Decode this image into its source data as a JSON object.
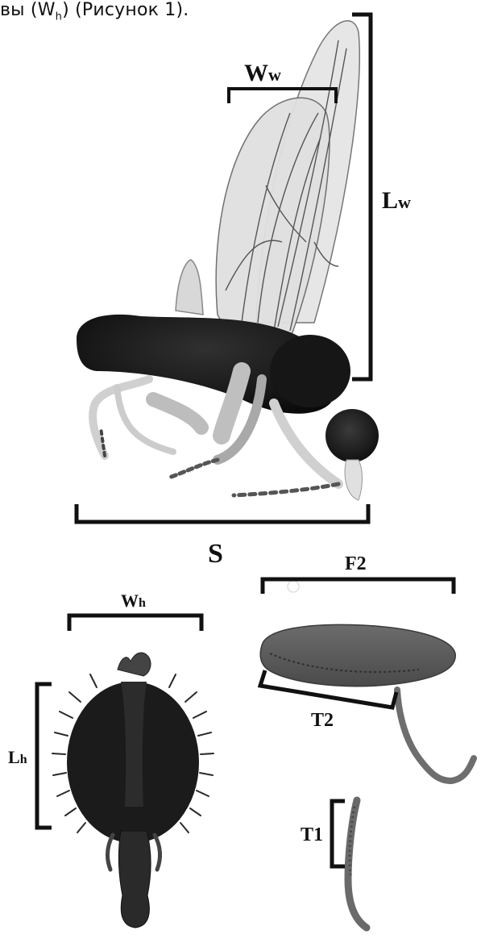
{
  "caption": {
    "prefix": "вы (W",
    "sub": "h",
    "suffix": ") (Рисунок 1)."
  },
  "labels": {
    "wing_width": {
      "main": "W",
      "sub": "w"
    },
    "wing_length": {
      "main": "L",
      "sub": "w"
    },
    "span": {
      "main": "S"
    },
    "head_width": {
      "main": "W",
      "sub": "h"
    },
    "head_length": {
      "main": "L",
      "sub": "h"
    },
    "femur2": {
      "main": "F2"
    },
    "tibia2": {
      "main": "T2"
    },
    "tibia1": {
      "main": "T1"
    }
  },
  "colors": {
    "ink": "#111111",
    "body": "#1a1a1a",
    "wing_fill": "#e3e3e3",
    "wing_vein": "#555555",
    "leg_light": "#cfcfcf",
    "leg_dark": "#2b2b2b",
    "segment_brown": "#7a7a7a"
  }
}
